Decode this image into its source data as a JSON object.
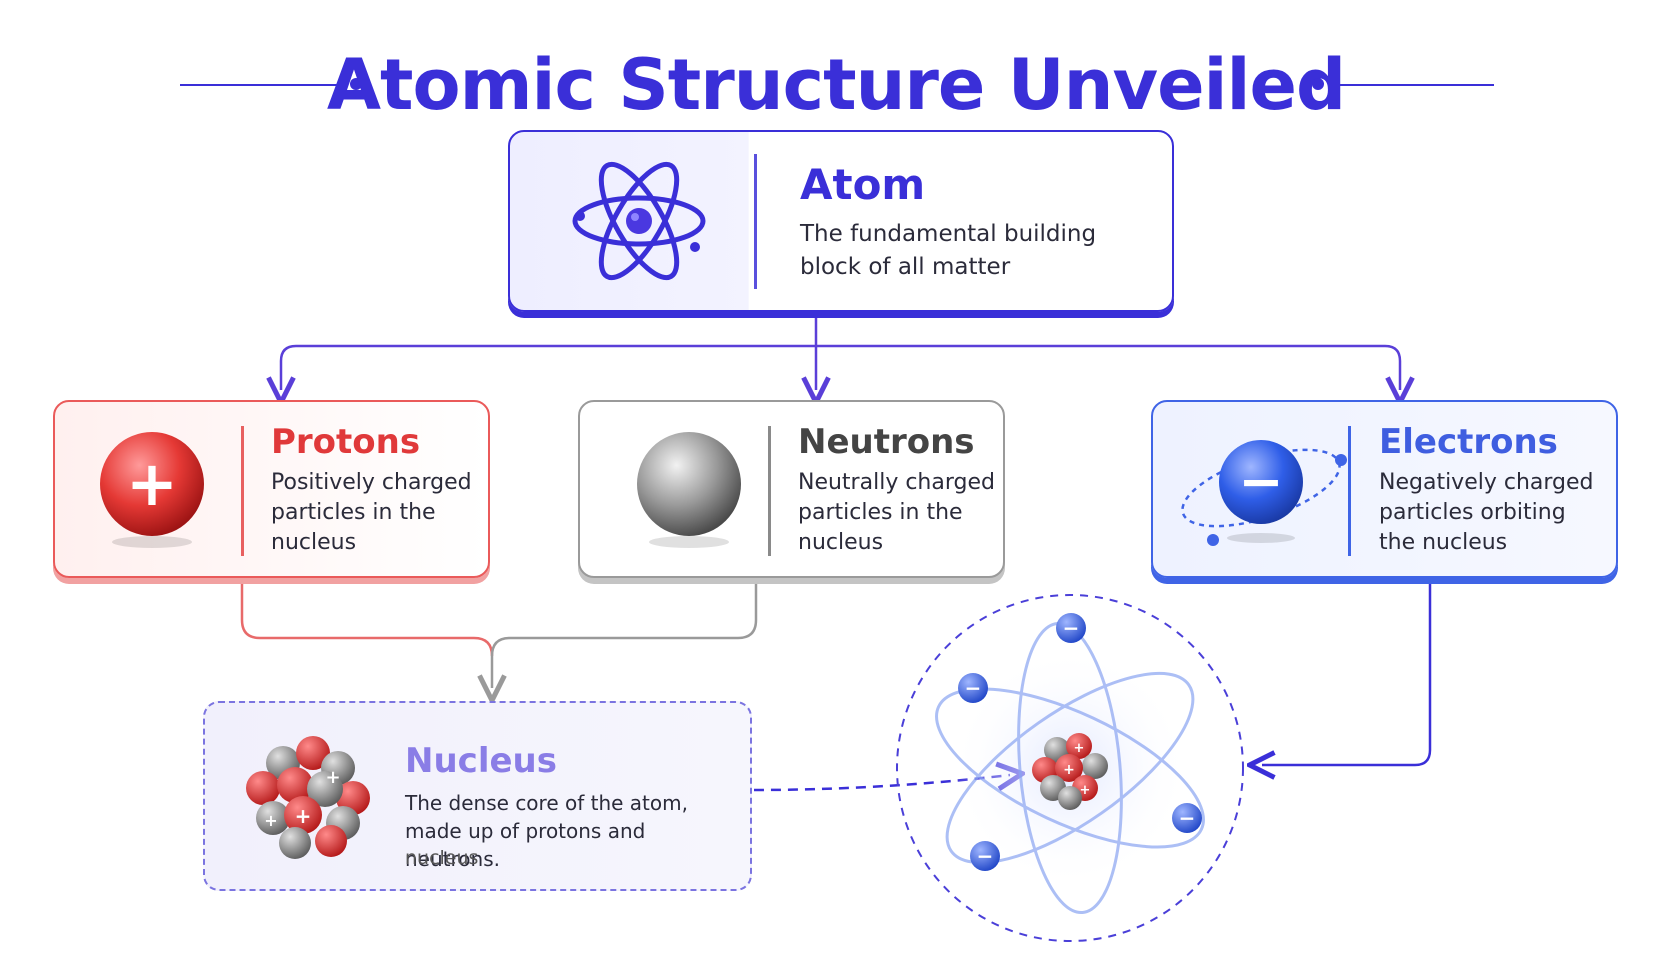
{
  "title": "Atomic Structure Unveiled",
  "atom": {
    "heading": "Atom",
    "description": "The fundamental building block of all matter"
  },
  "protons": {
    "heading": "Protons",
    "description": "Positively charged particles in the nucleus",
    "symbol": "+"
  },
  "neutrons": {
    "heading": "Neutrons",
    "description": "Neutrally charged particles in the nucleus"
  },
  "electrons": {
    "heading": "Electrons",
    "description": "Negatively charged particles orbiting the nucleus",
    "symbol": "−"
  },
  "nucleus": {
    "heading": "Nucleus",
    "description": "The dense core of the atom, made up of protons and neutrons.",
    "sublabel": "nucleus"
  },
  "colors": {
    "accent": "#3a2fd8",
    "proton": "#e0393a",
    "neutron": "#8a8a8a",
    "electron": "#3f64e6"
  },
  "icons": {
    "atom": "atom-icon",
    "proton": "proton-sphere-icon",
    "neutron": "neutron-sphere-icon",
    "electron": "electron-sphere-icon",
    "nucleus": "nucleus-cluster-icon",
    "atom_model": "atom-model-illustration"
  }
}
